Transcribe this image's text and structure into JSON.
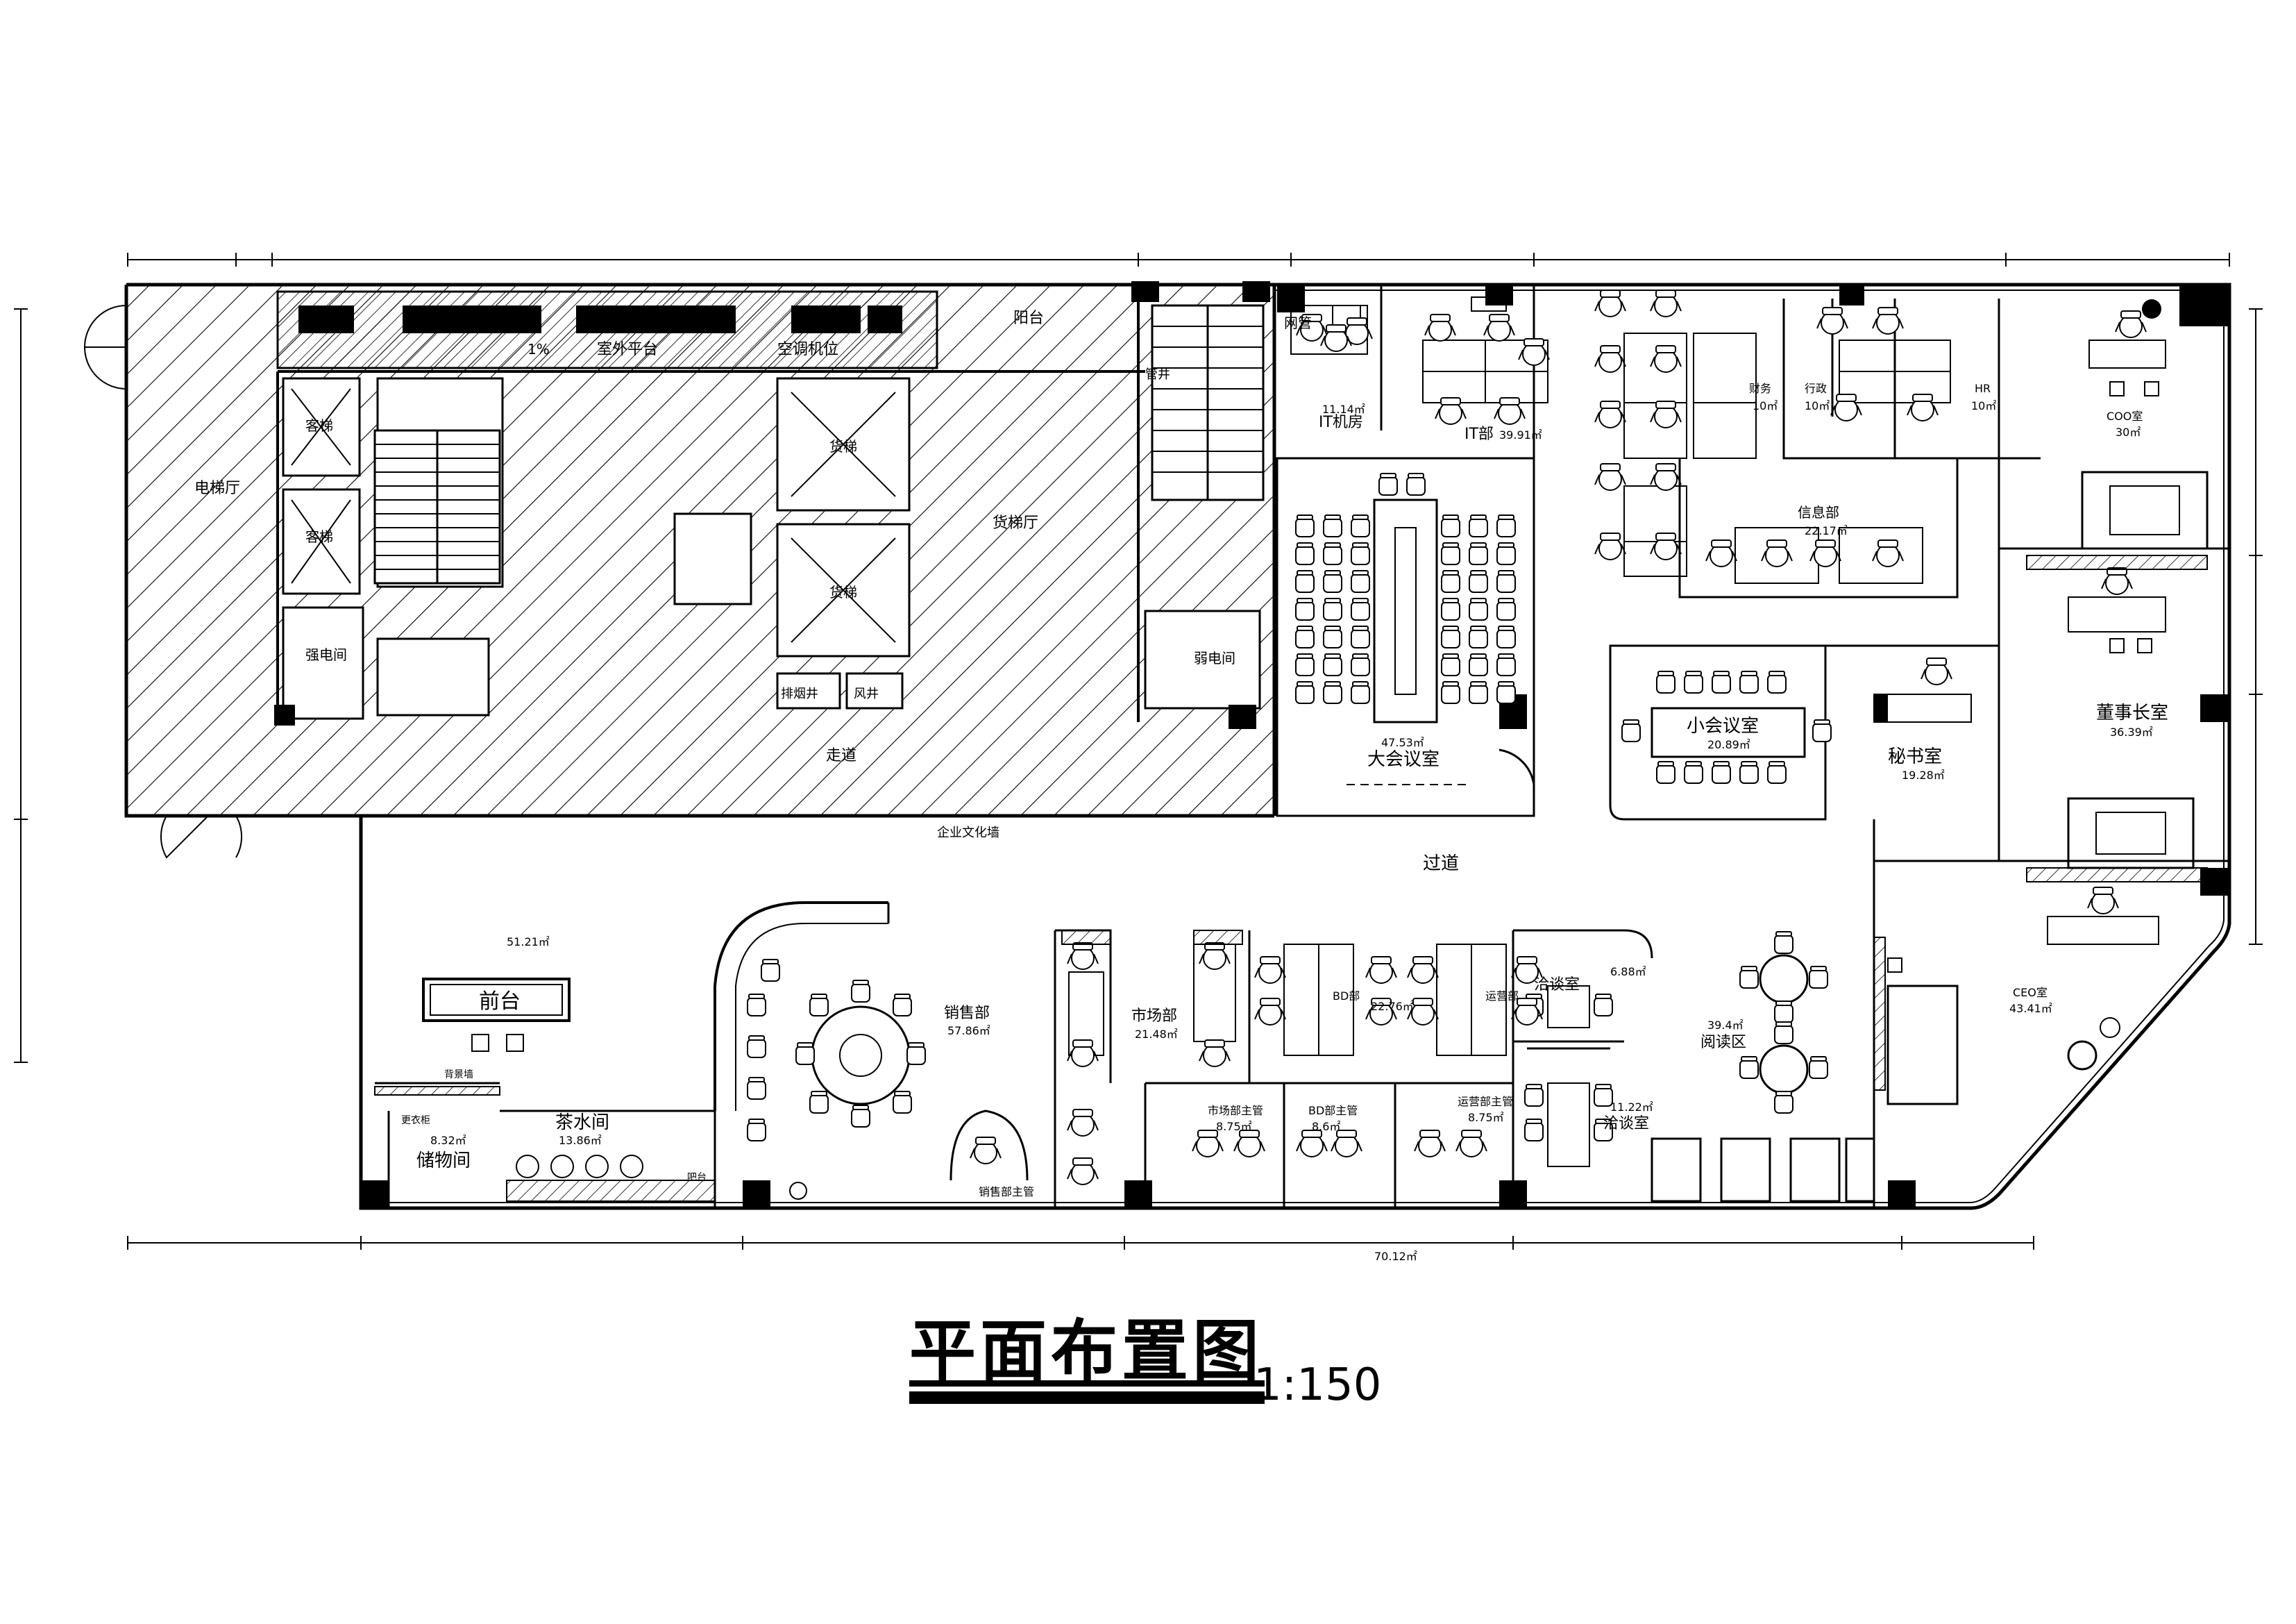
{
  "drawing": {
    "title": "平面布置图",
    "scale": "1:150",
    "total_area": "70.12㎡"
  },
  "core": {
    "elevator_hall": "电梯厅",
    "outdoor_platform": "室外平台",
    "ac_unit": "空调机位",
    "slope": "1%",
    "balcony": "阳台",
    "elevator_a": "客梯",
    "elevator_b": "客梯",
    "elevator_c": "货梯",
    "elevator_d": "货梯",
    "electric_room": "强电间",
    "weak_room": "弱电间",
    "stair_hall": "货梯厅",
    "smoke_exhaust": "排烟井",
    "air_shaft": "风井",
    "pipe_shaft": "管井",
    "corridor": "走道",
    "culture_wall": "企业文化墙"
  },
  "rooms": {
    "network": {
      "name": "网管"
    },
    "it_room": {
      "name": "IT机房",
      "area": "11.14㎡"
    },
    "it_dept": {
      "name": "IT部",
      "area": "39.91㎡"
    },
    "finance": {
      "name": "财务",
      "area": "10㎡"
    },
    "admin": {
      "name": "行政",
      "area": "10㎡"
    },
    "hr": {
      "name": "HR",
      "area": "10㎡"
    },
    "info": {
      "name": "信息部",
      "area": "22.17㎡"
    },
    "coo": {
      "name": "COO室",
      "area": "30㎡"
    },
    "big_meeting": {
      "name": "大会议室",
      "area": "47.53㎡"
    },
    "small_meeting": {
      "name": "小会议室",
      "area": "20.89㎡"
    },
    "secretary": {
      "name": "秘书室",
      "area": "19.28㎡"
    },
    "chairman": {
      "name": "董事长室",
      "area": "36.39㎡"
    },
    "aisle": {
      "name": "过道"
    },
    "lobby": {
      "area": "51.21㎡"
    },
    "reception": {
      "name": "前台"
    },
    "sales": {
      "name": "销售部",
      "area": "57.86㎡"
    },
    "sales_mgr": {
      "name": "销售部主管"
    },
    "market": {
      "name": "市场部",
      "area": "21.48㎡"
    },
    "market_mgr": {
      "name": "市场部主管",
      "area": "8.75㎡"
    },
    "bd": {
      "name": "BD部",
      "area": "22.76㎡"
    },
    "bd_mgr": {
      "name": "BD部主管",
      "area": "8.6㎡"
    },
    "ops": {
      "name": "运营部"
    },
    "ops_mgr": {
      "name": "运营部主管",
      "area": "8.75㎡"
    },
    "nego1": {
      "name": "洽谈室",
      "area": "6.88㎡"
    },
    "nego2": {
      "name": "洽谈室",
      "area": "11.22㎡"
    },
    "reading": {
      "name": "阅读区",
      "area": "39.4㎡"
    },
    "ceo": {
      "name": "CEO室",
      "area": "43.41㎡"
    },
    "tea": {
      "name": "茶水间",
      "area": "13.86㎡"
    },
    "storage": {
      "name": "储物间",
      "area": "8.32㎡"
    },
    "backdrop": {
      "name": "背景墙"
    },
    "locker": {
      "name": "更衣柜"
    },
    "counter": {
      "name": "吧台"
    }
  }
}
